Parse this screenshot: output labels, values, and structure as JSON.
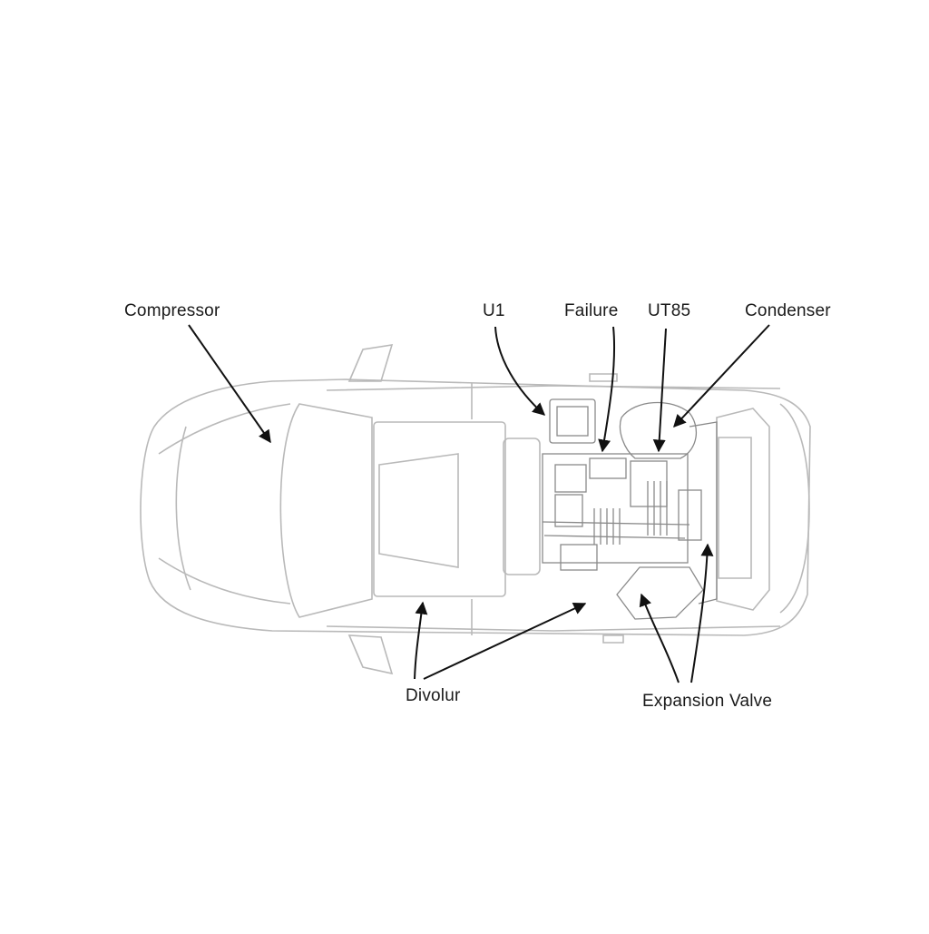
{
  "diagram": {
    "labels": {
      "compressor": "Compressor",
      "u1": "U1",
      "failure": "Failure",
      "ut85": "UT85",
      "condenser": "Condenser",
      "divolur": "Divolur",
      "expansion_valve": "Expansion Valve"
    },
    "colors": {
      "outline": "#b9b9b9",
      "engine": "#8a8a8a",
      "arrow": "#111111",
      "text": "#1a1a1a",
      "background": "#ffffff"
    }
  }
}
